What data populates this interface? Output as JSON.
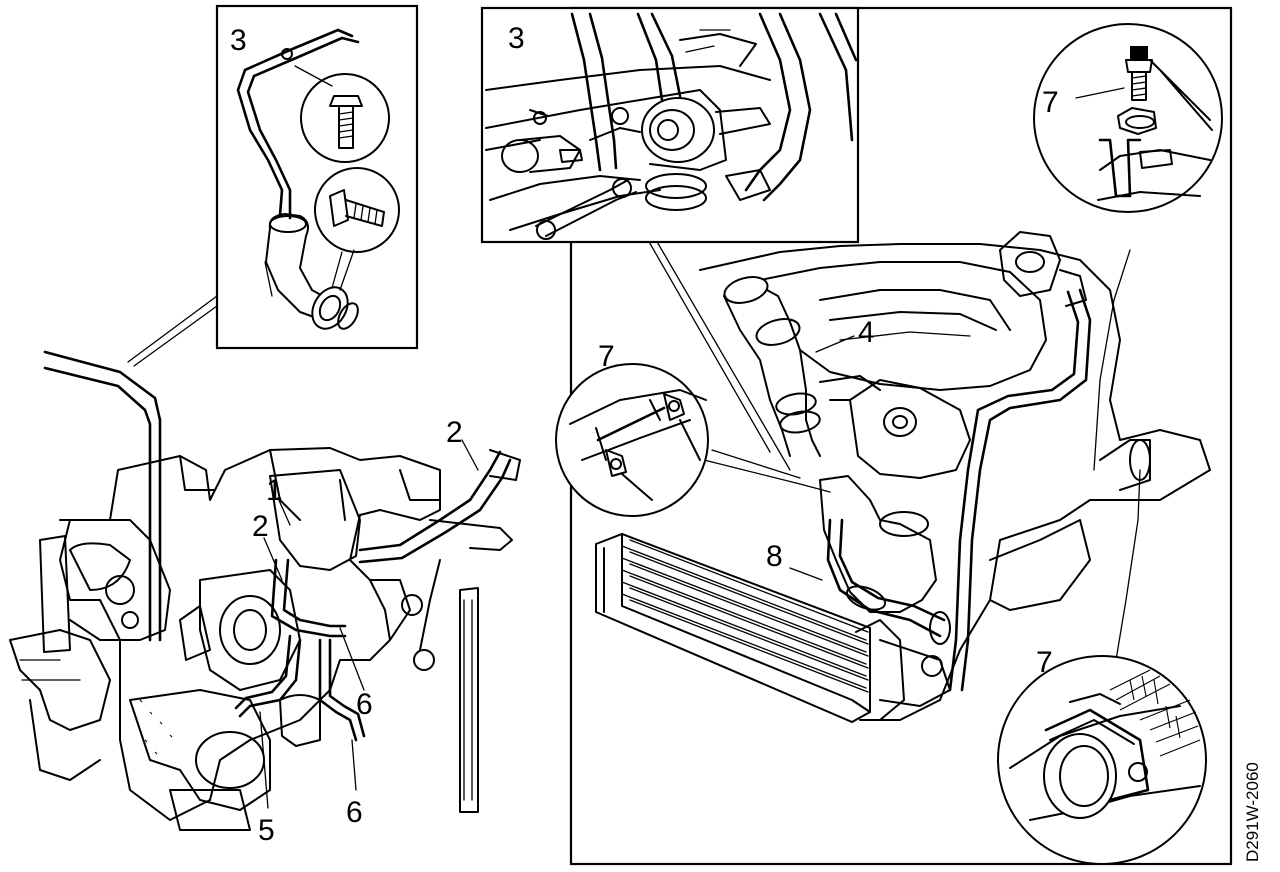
{
  "figure": {
    "drawing_code": "D291W-2060",
    "callouts": {
      "turbo": "1",
      "oil_pipe_a": "2",
      "oil_pipe_b": "2",
      "detail_3_left": "3",
      "detail_3_right": "3",
      "hose_4": "4",
      "return_5": "5",
      "return_6a": "6",
      "return_6b": "6",
      "clamp_7_top": "7",
      "clamp_7_mid": "7",
      "clamp_7_bottom": "7",
      "hose_8": "8"
    }
  }
}
